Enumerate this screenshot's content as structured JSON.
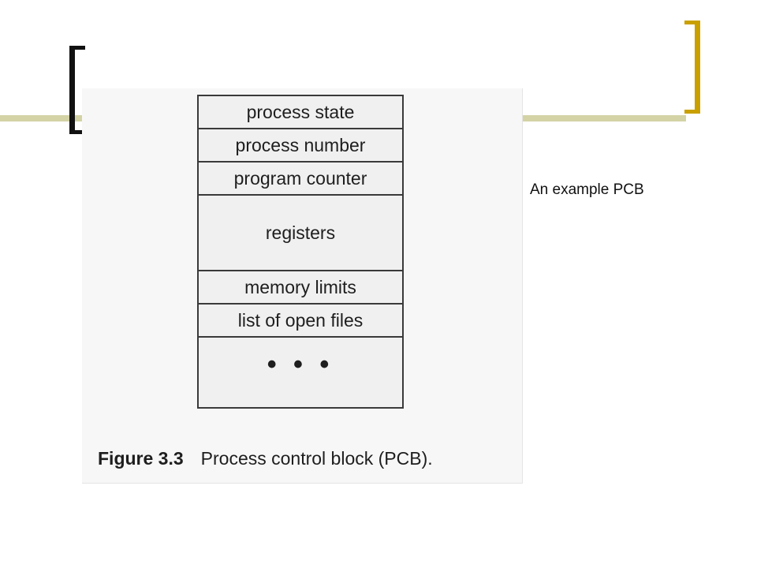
{
  "pcb": {
    "rows": [
      "process state",
      "process number",
      "program counter",
      "registers",
      "memory limits",
      "list of open files",
      "• • •"
    ]
  },
  "caption": {
    "figure_number": "Figure 3.3",
    "text": "Process control block (PCB)."
  },
  "side_text": "An example PCB"
}
